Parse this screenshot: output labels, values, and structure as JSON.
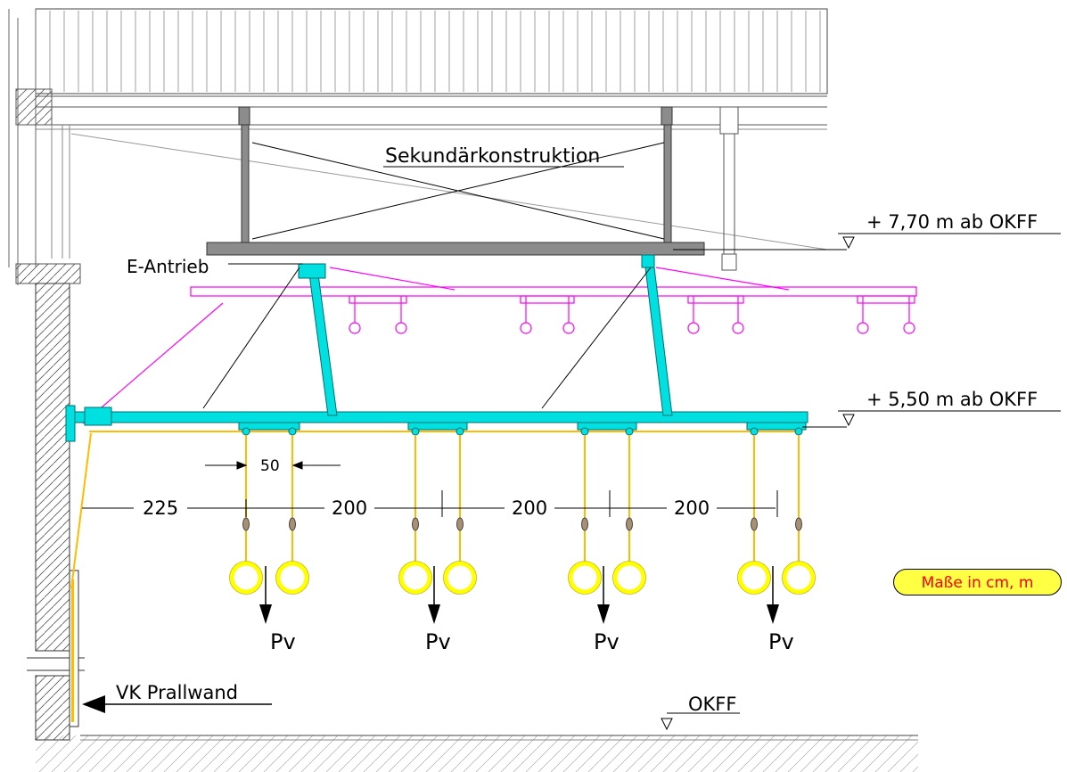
{
  "labels": {
    "secondary": "Sekundärkonstruktion",
    "drive": "E-Antrieb",
    "level_upper": "+ 7,70 m ab OKFF",
    "level_lower": "+ 5,50 m ab OKFF",
    "floor": "OKFF",
    "wall": "VK Prallwand",
    "units": "Maße in cm, m"
  },
  "dimensions": {
    "ring_pair_spacing": "50",
    "wall_to_first": "225",
    "between_pairs": [
      "200",
      "200",
      "200"
    ]
  },
  "load_label": "Pv",
  "colors": {
    "frame": "#00e0e0",
    "raised": "#ff00ff",
    "ropes": "#ffbb00",
    "rings": "#ffff00",
    "steel": "#808080",
    "badge_bg": "#ffff44",
    "badge_text": "#ff0000"
  }
}
